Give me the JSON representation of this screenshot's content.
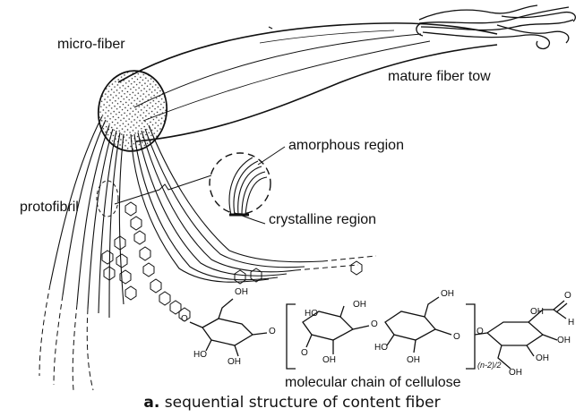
{
  "labels": {
    "micro_fiber": "micro-fiber",
    "mature_fiber_tow": "mature fiber tow",
    "amorphous_region": "amorphous region",
    "crystalline_region": "crystalline region",
    "protofibril": "protofibril",
    "molecular_chain": "molecular chain of cellulose"
  },
  "chemistry": {
    "oh": "OH",
    "ho": "HO",
    "o": "O",
    "h": "H",
    "repeat_subscript": "(n-2)/2"
  },
  "caption": {
    "prefix": "a.",
    "text": "sequential structure of content fiber"
  },
  "colors": {
    "ink": "#111111",
    "background": "#ffffff"
  }
}
